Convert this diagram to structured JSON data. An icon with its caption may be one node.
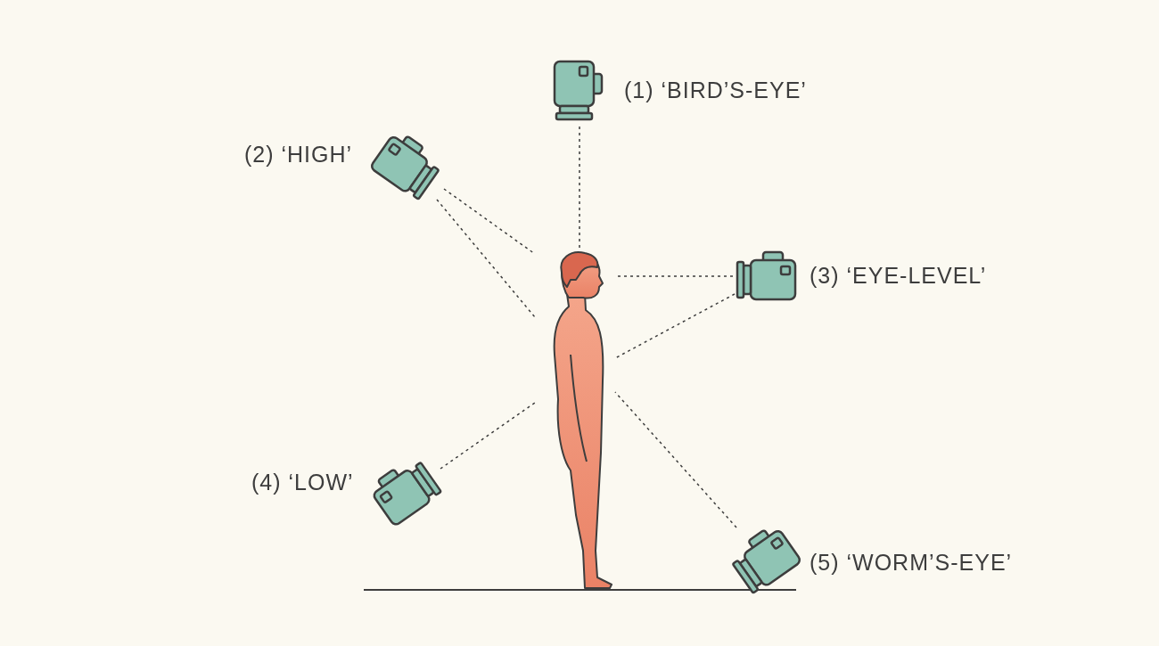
{
  "diagram": {
    "nodes": [
      {
        "text": [
          "(1) ‘BIRD’S-EYE’"
        ]
      },
      {
        "text": [
          "(2) ‘HIGH’"
        ]
      },
      {
        "text": [],
        "shape": "person"
      },
      {
        "text": [
          "(3) ‘EYE-LEVEL’"
        ]
      },
      {
        "text": [
          "(4) ‘LOW’"
        ]
      },
      {
        "text": [
          "(5) ‘WORM’S-EYE’"
        ]
      }
    ],
    "edges": [
      {
        "from": 0,
        "to": 2,
        "arrow": "none",
        "style": "dashed"
      },
      {
        "from": 1,
        "to": 2,
        "arrow": "none",
        "style": "dashed"
      },
      {
        "from": 1,
        "to": 2,
        "arrow": "none",
        "style": "dashed"
      },
      {
        "from": 3,
        "to": 2,
        "arrow": "none",
        "style": "dashed"
      },
      {
        "from": 3,
        "to": 2,
        "arrow": "none",
        "style": "dashed"
      },
      {
        "from": 4,
        "to": 2,
        "arrow": "none",
        "style": "dashed"
      },
      {
        "from": 5,
        "to": 2,
        "arrow": "none",
        "style": "dashed"
      }
    ]
  }
}
